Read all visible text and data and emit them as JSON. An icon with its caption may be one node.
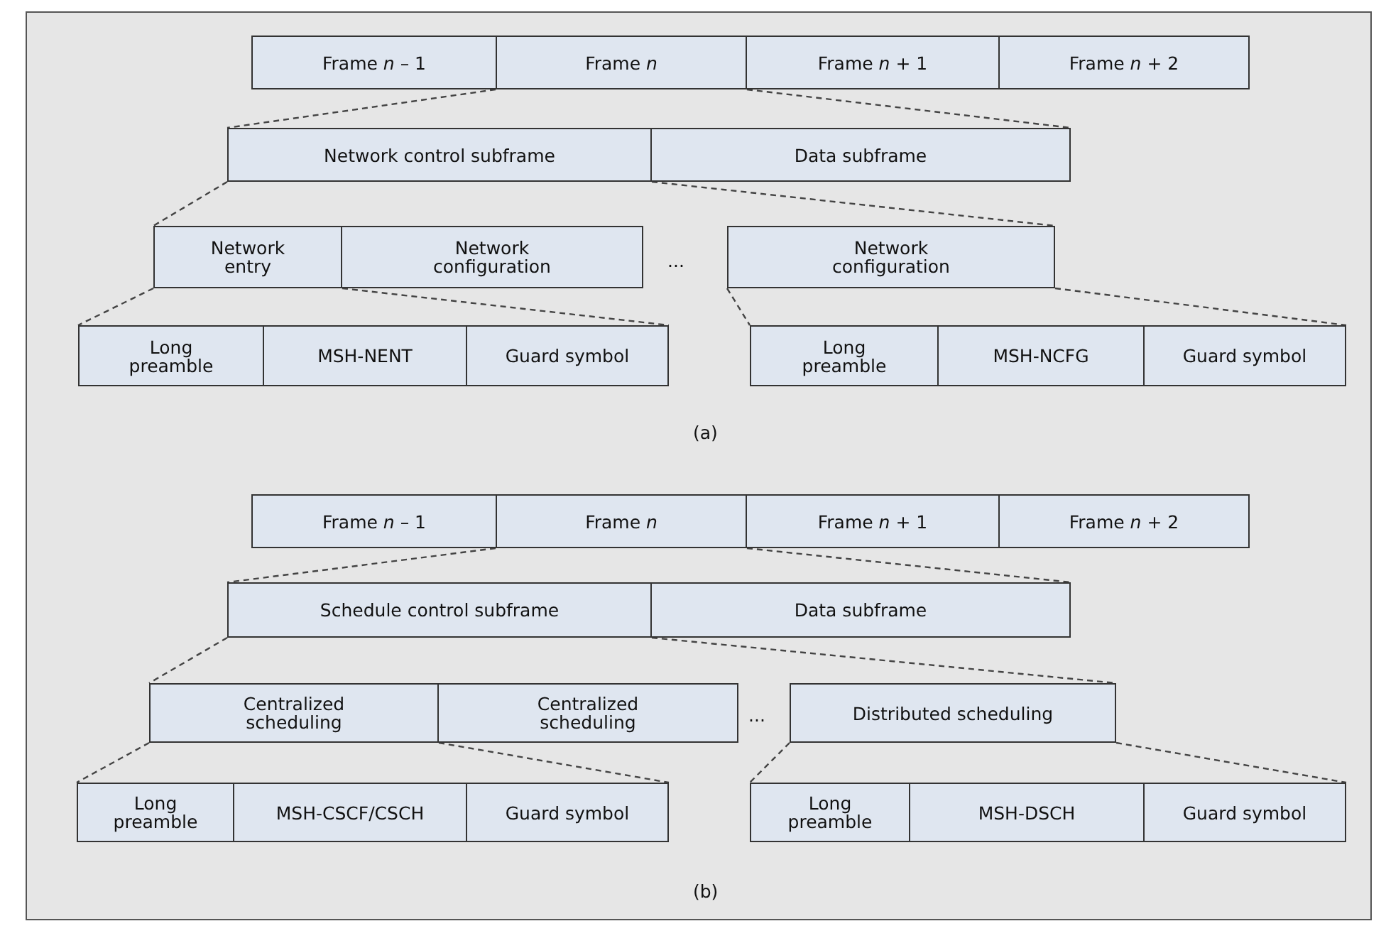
{
  "diagram": {
    "nodes": [
      {
        "text": [
          "Frame *n* – 1"
        ]
      },
      {
        "text": [
          "Frame *n*"
        ]
      },
      {
        "text": [
          "Frame *n* + 1"
        ]
      },
      {
        "text": [
          "Frame *n* + 2"
        ]
      },
      {
        "text": [
          "Network control subframe"
        ]
      },
      {
        "text": [
          "Data subframe"
        ]
      },
      {
        "text": [
          "Network entry"
        ]
      },
      {
        "text": [
          "Network configuration"
        ]
      },
      {
        "text": [
          "Network configuration"
        ]
      },
      {
        "text": [
          "Long preamble"
        ]
      },
      {
        "text": [
          "MSH-NENT"
        ]
      },
      {
        "text": [
          "Guard symbol"
        ]
      },
      {
        "text": [
          "Long preamble"
        ]
      },
      {
        "text": [
          "MSH-NCFG"
        ]
      },
      {
        "text": [
          "Guard symbol"
        ]
      },
      {
        "text": [
          "Frame *n* – 1"
        ]
      },
      {
        "text": [
          "Frame *n*"
        ]
      },
      {
        "text": [
          "Frame *n* + 1"
        ]
      },
      {
        "text": [
          "Frame *n* + 2"
        ]
      },
      {
        "text": [
          "Schedule control subframe"
        ]
      },
      {
        "text": [
          "Data subframe"
        ]
      },
      {
        "text": [
          "Centralized scheduling"
        ]
      },
      {
        "text": [
          "Centralized scheduling"
        ]
      },
      {
        "text": [
          "Distributed scheduling"
        ]
      },
      {
        "text": [
          "Long preamble"
        ]
      },
      {
        "text": [
          "MSH-CSCF/CSCH"
        ]
      },
      {
        "text": [
          "Guard symbol"
        ]
      },
      {
        "text": [
          "Long preamble"
        ]
      },
      {
        "text": [
          "MSH-DSCH"
        ]
      },
      {
        "text": [
          "Guard symbol"
        ]
      }
    ],
    "edges": [
      {
        "from": 1,
        "to": 4,
        "arrow": "none",
        "style": "dashed"
      },
      {
        "from": 1,
        "to": 5,
        "arrow": "none",
        "style": "dashed"
      },
      {
        "from": 4,
        "to": 6,
        "arrow": "none",
        "style": "dashed"
      },
      {
        "from": 4,
        "to": 8,
        "arrow": "none",
        "style": "dashed"
      },
      {
        "from": 6,
        "to": 9,
        "arrow": "none",
        "style": "dashed"
      },
      {
        "from": 6,
        "to": 11,
        "arrow": "none",
        "style": "dashed"
      },
      {
        "from": 8,
        "to": 12,
        "arrow": "none",
        "style": "dashed"
      },
      {
        "from": 8,
        "to": 14,
        "arrow": "none",
        "style": "dashed"
      },
      {
        "from": 16,
        "to": 19,
        "arrow": "none",
        "style": "dashed"
      },
      {
        "from": 16,
        "to": 20,
        "arrow": "none",
        "style": "dashed"
      },
      {
        "from": 19,
        "to": 21,
        "arrow": "none",
        "style": "dashed"
      },
      {
        "from": 19,
        "to": 23,
        "arrow": "none",
        "style": "dashed"
      },
      {
        "from": 21,
        "to": 24,
        "arrow": "none",
        "style": "dashed"
      },
      {
        "from": 21,
        "to": 26,
        "arrow": "none",
        "style": "dashed"
      },
      {
        "from": 23,
        "to": 27,
        "arrow": "none",
        "style": "dashed"
      },
      {
        "from": 23,
        "to": 29,
        "arrow": "none",
        "style": "dashed"
      }
    ],
    "labels": [
      "...",
      "(a)",
      "...",
      "(b)"
    ]
  }
}
